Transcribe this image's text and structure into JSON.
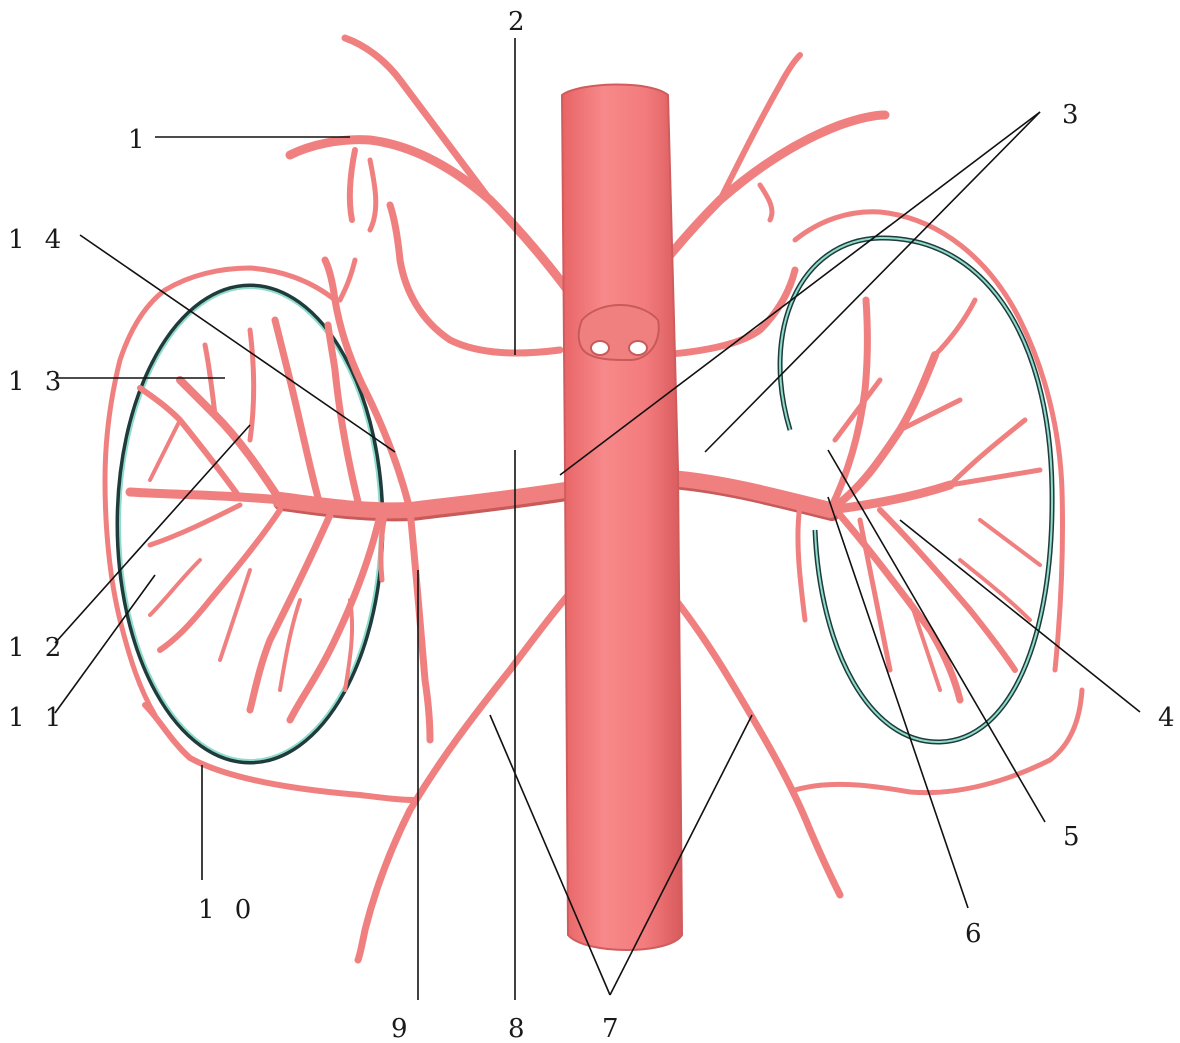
{
  "labels": {
    "l1": "1",
    "l2": "2",
    "l3": "3",
    "l4": "4",
    "l5": "5",
    "l6": "6",
    "l7": "7",
    "l8": "8",
    "l9": "9",
    "l10": "1 0",
    "l11": "1 1",
    "l12": "1 2",
    "l13": "1 3",
    "l14": "1 4"
  },
  "colors": {
    "vessel_fill": "#f08080",
    "vessel_shadow": "#c85a5a",
    "vessel_highlight": "#f9b3b3",
    "aorta_fill": "#f27a7c",
    "kidney_outline_dark": "#1f3b3b",
    "kidney_outline_light": "#7fd6c6",
    "leader_line": "#111111"
  }
}
